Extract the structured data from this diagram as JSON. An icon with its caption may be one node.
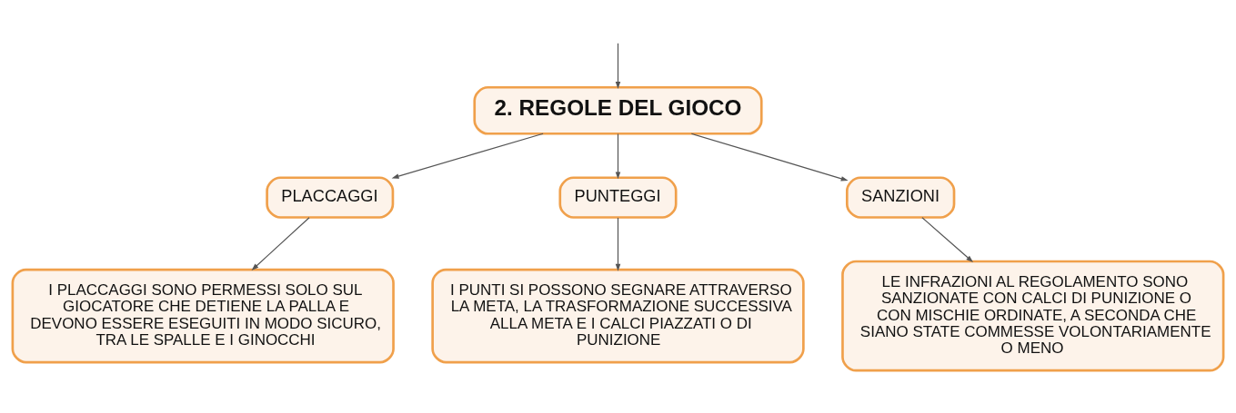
{
  "diagram": {
    "nodes": [
      {
        "text": [
          "2. REGOLE DEL GIOCO"
        ]
      },
      {
        "text": [
          "PLACCAGGI"
        ]
      },
      {
        "text": [
          "PUNTEGGI"
        ]
      },
      {
        "text": [
          "SANZIONI"
        ]
      },
      {
        "text": [
          "I PLACCAGGI SONO PERMESSI SOLO SUL GIOCATORE CHE DETIENE LA PALLA E DEVONO ESSERE ESEGUITI IN MODO SICURO, TRA LE SPALLE E I GINOCCHI"
        ]
      },
      {
        "text": [
          "I PUNTI SI POSSONO SEGNARE ATTRAVERSO LA META, LA TRASFORMAZIONE SUCCESSIVA ALLA META E I CALCI PIAZZATI O DI PUNIZIONE"
        ]
      },
      {
        "text": [
          "LE INFRAZIONI AL REGOLAMENTO SONO SANZIONATE CON CALCI DI PUNIZIONE O CON MISCHIE ORDINATE, A SECONDA CHE SIANO STATE COMMESSE VOLONTARIAMENTE O MENO"
        ]
      }
    ],
    "edges": [
      {
        "from": null,
        "to": 0,
        "arrow": "to"
      },
      {
        "from": 0,
        "to": 1,
        "arrow": "to"
      },
      {
        "from": 0,
        "to": 2,
        "arrow": "to"
      },
      {
        "from": 0,
        "to": 3,
        "arrow": "to"
      },
      {
        "from": 1,
        "to": 4,
        "arrow": "to"
      },
      {
        "from": 2,
        "to": 5,
        "arrow": "to"
      },
      {
        "from": 3,
        "to": 6,
        "arrow": "to"
      }
    ]
  }
}
